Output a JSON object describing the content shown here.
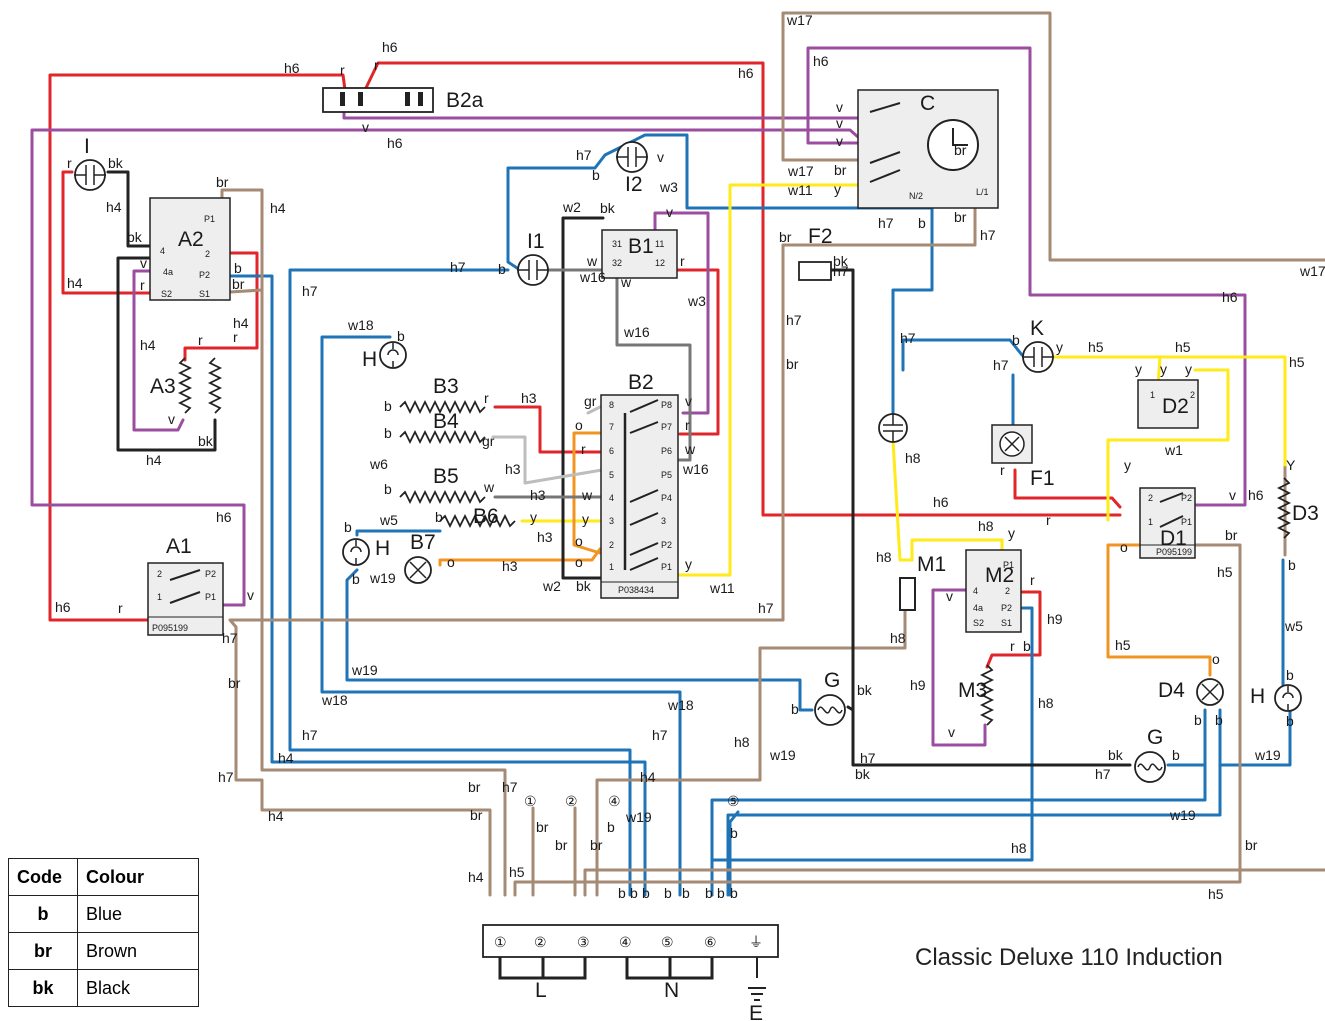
{
  "title": "Classic Deluxe 110 Induction",
  "legend": {
    "head_code": "Code",
    "head_colour": "Colour",
    "rows": [
      {
        "code": "b",
        "colour": "Blue"
      },
      {
        "code": "br",
        "colour": "Brown"
      },
      {
        "code": "bk",
        "colour": "Black"
      }
    ]
  },
  "colors": {
    "red": "#e0262a",
    "blue": "#1f73b7",
    "purple": "#9b4ea0",
    "brown": "#a58a74",
    "yellow": "#ffea1a",
    "orange": "#f29422",
    "black": "#222222",
    "grey": "#bdbdbd",
    "white_wire": "#777777"
  },
  "components": {
    "I": "I",
    "A2": "A2",
    "A3": "A3",
    "A1": "A1",
    "B2a": "B2a",
    "B1": "B1",
    "I1": "I1",
    "I2": "I2",
    "B2": "B2",
    "B3": "B3",
    "B4": "B4",
    "B5": "B5",
    "B6": "B6",
    "B7": "B7",
    "H": "H",
    "C": "C",
    "F2": "F2",
    "K": "K",
    "F1": "F1",
    "D2": "D2",
    "D1": "D1",
    "D3": "D3",
    "D4": "D4",
    "M1": "M1",
    "M2": "M2",
    "M3": "M3",
    "G": "G",
    "L": "L",
    "N": "N",
    "E": "E"
  },
  "part_numbers": {
    "p1": "P095199",
    "p2": "P038434"
  },
  "terminals": [
    "①",
    "②",
    "③",
    "④",
    "⑤",
    "⑥"
  ],
  "terminal_markers": [
    "①",
    "②",
    "④",
    "⑤"
  ],
  "wire_labels": {
    "h3": "h3",
    "h4": "h4",
    "h5": "h5",
    "h6": "h6",
    "h7": "h7",
    "h8": "h8",
    "h9": "h9",
    "w1": "w1",
    "w2": "w2",
    "w3": "w3",
    "w5": "w5",
    "w6": "w6",
    "w11": "w11",
    "w16": "w16",
    "w17": "w17",
    "w18": "w18",
    "w19": "w19"
  },
  "colour_codes": {
    "r": "r",
    "b": "b",
    "bk": "bk",
    "br": "br",
    "v": "v",
    "y": "y",
    "Y": "Y",
    "o": "o",
    "w": "w",
    "gr": "gr"
  },
  "pins": {
    "P1": "P1",
    "P2": "P2",
    "P4": "P4",
    "P5": "P5",
    "P6": "P6",
    "P7": "P7",
    "P8": "P8",
    "n1": "1",
    "n2": "2",
    "n3": "3",
    "n4": "4",
    "n5": "5",
    "n6": "6",
    "n7": "7",
    "n8": "8",
    "n4a": "4a",
    "S1": "S1",
    "S2": "S2",
    "n11": "11",
    "n12": "12",
    "n31": "31",
    "n32": "32",
    "N2": "N/2",
    "L1": "L/1"
  }
}
